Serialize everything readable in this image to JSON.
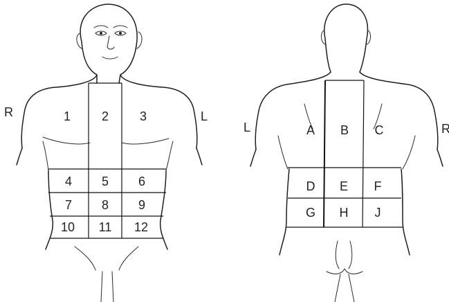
{
  "front": {
    "side_right": "R",
    "side_left": "L",
    "regions": [
      "1",
      "2",
      "3",
      "4",
      "5",
      "6",
      "7",
      "8",
      "9",
      "10",
      "11",
      "12"
    ]
  },
  "back": {
    "side_left": "L",
    "side_right": "R",
    "regions": [
      "A",
      "B",
      "C",
      "D",
      "E",
      "F",
      "G",
      "H",
      "J"
    ]
  }
}
